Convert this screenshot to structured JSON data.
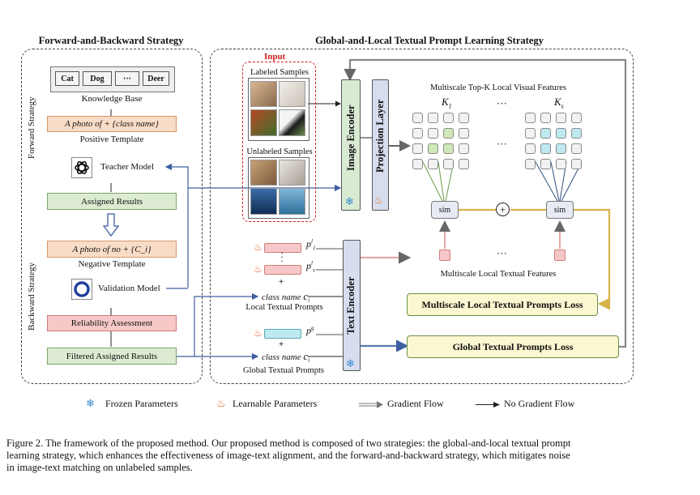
{
  "titles": {
    "left": "Forward-and-Backward Strategy",
    "right": "Global-and-Local Textual Prompt Learning Strategy"
  },
  "left": {
    "classes": [
      "Cat",
      "Dog",
      "···",
      "Deer"
    ],
    "knowledge_base": "Knowledge Base",
    "positive_box": "A photo of + {class name}",
    "positive_template": "Positive Template",
    "teacher_model": "Teacher Model",
    "assigned_results": "Assigned Results",
    "negative_box": "A photo of no + {C_i}",
    "negative_template": "Negative Template",
    "validation_model": "Validation Model",
    "reliability": "Reliability Assessment",
    "filtered": "Filtered Assigned Results",
    "forward_strategy": "Forward Strategy",
    "backward_strategy": "Backward Strategy"
  },
  "right": {
    "input": "Input",
    "labeled": "Labeled Samples",
    "unlabeled": "Unlabeled Samples",
    "image_encoder": "Image Encoder",
    "projection_layer": "Projection Layer",
    "text_encoder": "Text Encoder",
    "multiscale_visual": "Multiscale Top-K Local Visual Features",
    "k1": "K",
    "k1_sub": "1",
    "ks": "K",
    "ks_sub": "s",
    "dots": "···",
    "sim": "sim",
    "plus": "+",
    "p1": "p",
    "p1_sub": "1",
    "p1_sup": "l",
    "ps": "p",
    "ps_sub": "s",
    "ps_sup": "l",
    "pg": "p",
    "pg_sup": "g",
    "class_name": "class name",
    "ci": "c",
    "ci_sub": "i",
    "local_prompts": "Local Textual Prompts",
    "global_prompts": "Global Textual Prompts",
    "multiscale_textual": "Multiscale Local Textual Features",
    "local_loss": "Multiscale Local Textual Prompts Loss",
    "global_loss": "Global Textual Prompts Loss"
  },
  "legend": {
    "frozen": "Frozen Parameters",
    "learnable": "Learnable Parameters",
    "gradient": "Gradient Flow",
    "no_gradient": "No Gradient Flow"
  },
  "caption": {
    "line1": "Figure 2. The framework of the proposed method. Our proposed method is composed of two strategies: the global-and-local textual prompt",
    "line2": "learning strategy, which enhances the effectiveness of image-text alignment, and the forward-and-backward strategy, which mitigates noise",
    "line3": "in image-text matching on unlabeled samples."
  },
  "colors": {
    "green": "#dcebd2",
    "peach": "#f9dcc6",
    "pink": "#f7c8c8",
    "yellow": "#fbf7d0",
    "cyan": "#bfe9f0",
    "lightgreen": "#cfe8b8",
    "input_red": "#d11f1f"
  },
  "icons": [
    "snowflake-icon",
    "flame-icon",
    "openai-logo-icon",
    "ring-logo-icon"
  ]
}
